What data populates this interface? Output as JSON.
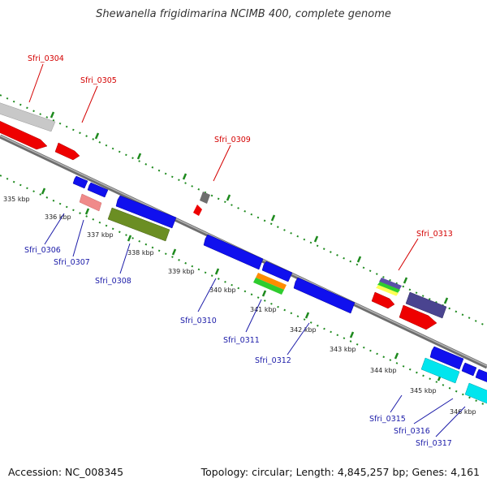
{
  "title": "Shewanella frigidimarina NCIMB 400, complete genome",
  "footer": {
    "accession": "Accession: NC_008345",
    "summary": "Topology: circular; Length: 4,845,257 bp; Genes: 4,161"
  },
  "kbp_ticks": [
    "335 kbp",
    "336 kbp",
    "337 kbp",
    "338 kbp",
    "339 kbp",
    "340 kbp",
    "341 kbp",
    "342 kbp",
    "343 kbp",
    "344 kbp",
    "345 kbp",
    "346 kbp"
  ],
  "forward_genes": [
    "Sfri_0304",
    "Sfri_0305",
    "Sfri_0309",
    "Sfri_0313"
  ],
  "reverse_genes": [
    "Sfri_0306",
    "Sfri_0307",
    "Sfri_0308",
    "Sfri_0310",
    "Sfri_0311",
    "Sfri_0312",
    "Sfri_0315",
    "Sfri_0316",
    "Sfri_0317"
  ],
  "colors": {
    "forward_label": "#d40000",
    "reverse_label": "#1a1aa8",
    "backbone": "#888888",
    "tick": "#1e8a1e"
  }
}
